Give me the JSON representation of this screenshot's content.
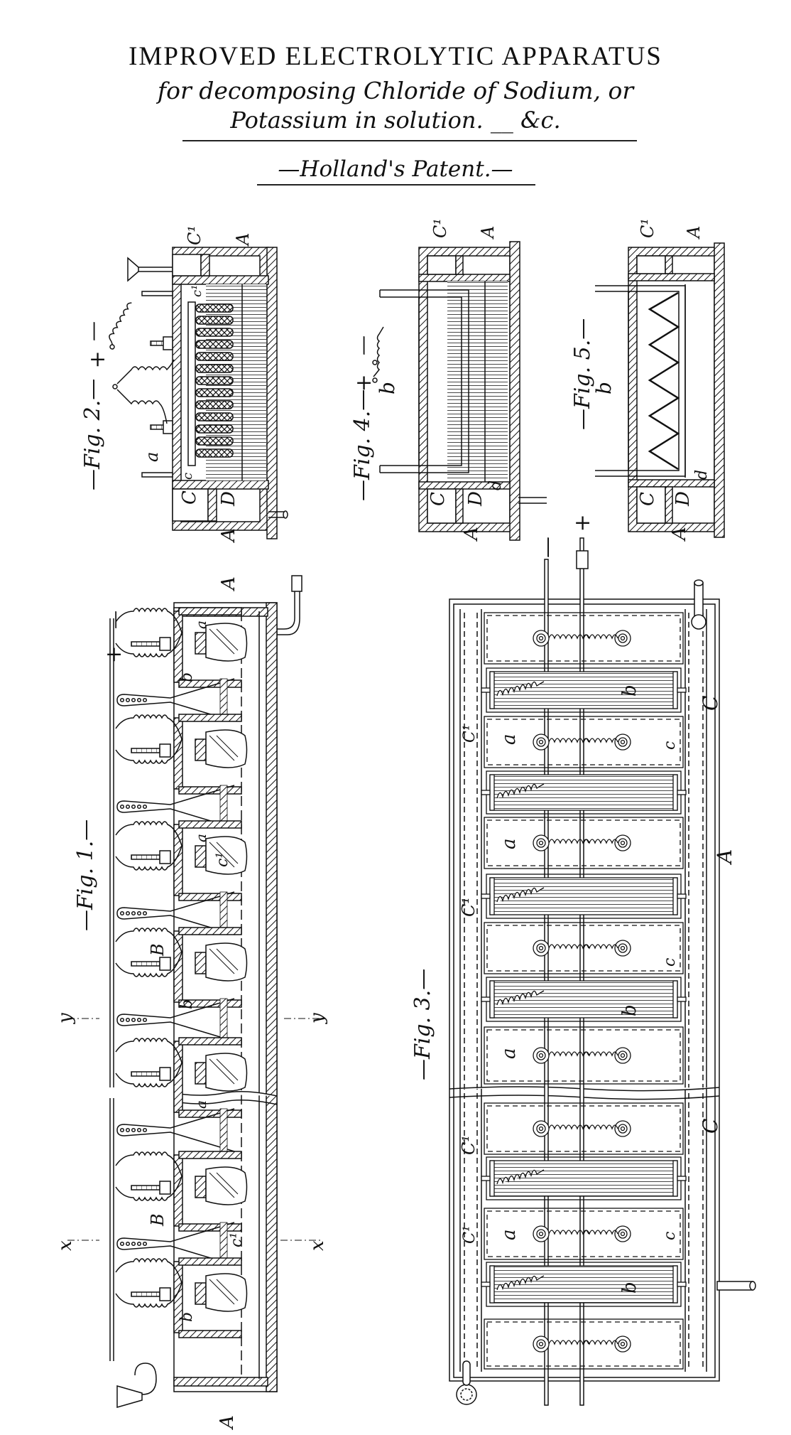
{
  "header": {
    "title": "IMPROVED  ELECTROLYTIC  APPARATUS",
    "subtitle_line1": "for decomposing Chloride of Sodium, or",
    "subtitle_line2": "Potassium in solution. __ &c.",
    "patent": "—Holland's Patent.—"
  },
  "figures": {
    "fig1": {
      "caption": "—Fig. 1.—",
      "labels": {
        "A": "A",
        "B": "B",
        "a": "a",
        "b": "b",
        "c1": "c¹",
        "plus": "+",
        "minus": "—",
        "x": "x",
        "y": "y"
      }
    },
    "fig2": {
      "caption": "—Fig. 2.—",
      "labels": {
        "A": "A",
        "C": "C",
        "D": "D",
        "C1": "C¹",
        "c1": "c¹",
        "c": "c",
        "a": "a",
        "plus": "+",
        "minus": "—"
      }
    },
    "fig3": {
      "caption": "—Fig. 3.—",
      "labels": {
        "A": "A",
        "C": "C",
        "C1": "C¹",
        "a": "a",
        "b": "b",
        "c": "c",
        "plus": "+",
        "minus": "—"
      }
    },
    "fig4": {
      "caption": "—Fig. 4.—",
      "labels": {
        "A": "A",
        "C": "C",
        "D": "D",
        "C1": "C¹",
        "b": "b",
        "d": "d",
        "plus": "+",
        "minus": "—"
      }
    },
    "fig5": {
      "caption": "—Fig. 5.—",
      "labels": {
        "A": "A",
        "C": "C",
        "D": "D",
        "C1": "C¹",
        "b": "b",
        "d": "d"
      }
    }
  }
}
